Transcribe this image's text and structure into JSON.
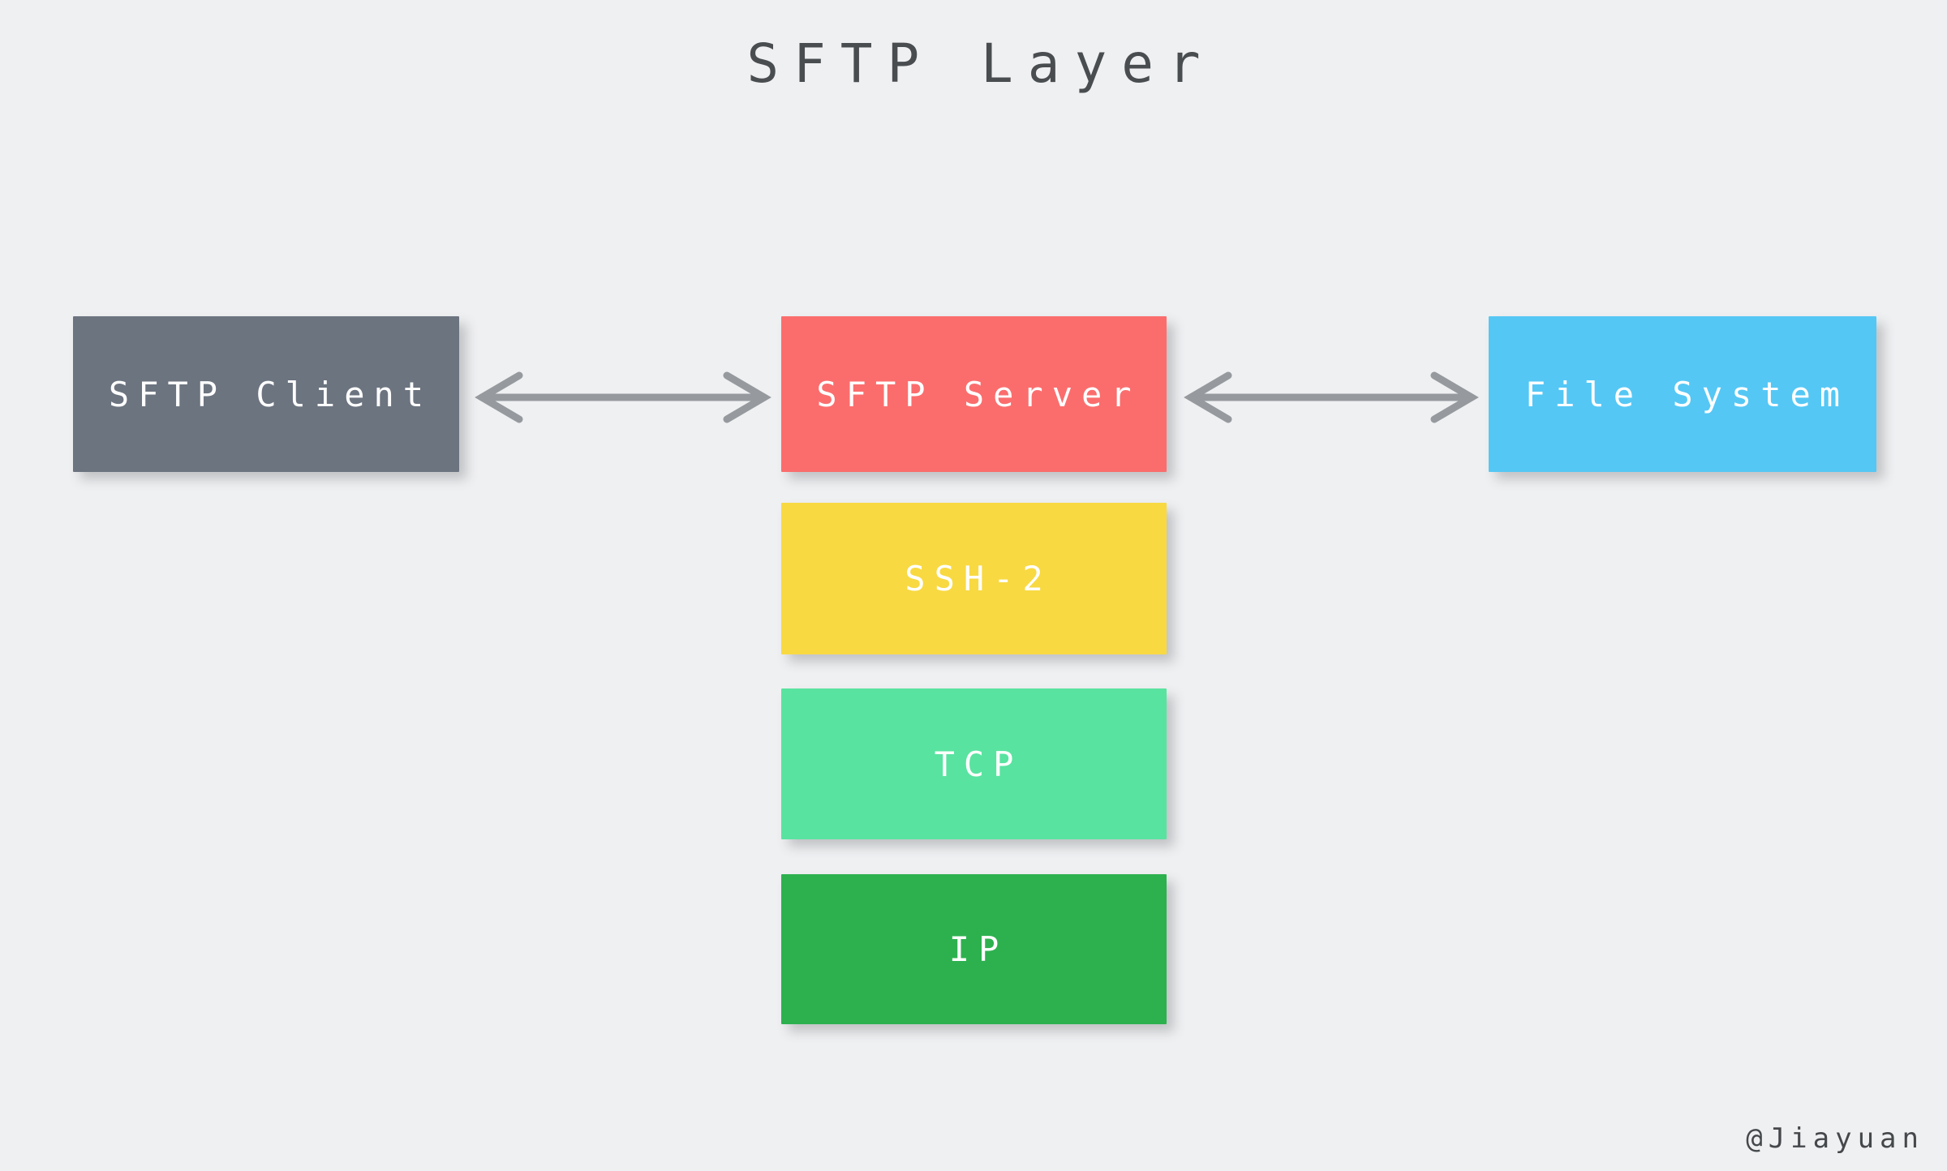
{
  "page": {
    "title": "SFTP Layer",
    "background_color": "#EFF0F2",
    "title_color": "#4A4D50"
  },
  "diagram": {
    "type": "block-diagram",
    "nodes": [
      {
        "id": "sftp-client",
        "label": "SFTP Client",
        "color": "#6C7480",
        "text_color": "#FFFFFF",
        "column": "left",
        "row": 1
      },
      {
        "id": "sftp-server",
        "label": "SFTP Server",
        "color": "#FB6D6D",
        "text_color": "#FFFFFF",
        "column": "center",
        "row": 1
      },
      {
        "id": "file-system",
        "label": "File System",
        "color": "#55C7F5",
        "text_color": "#FFFFFF",
        "column": "right",
        "row": 1
      },
      {
        "id": "ssh-2",
        "label": "SSH-2",
        "color": "#F8D942",
        "text_color": "#FFFFFF",
        "column": "center",
        "row": 2
      },
      {
        "id": "tcp",
        "label": "TCP",
        "color": "#59E3A0",
        "text_color": "#FFFFFF",
        "column": "center",
        "row": 3
      },
      {
        "id": "ip",
        "label": "IP",
        "color": "#2DB14F",
        "text_color": "#FFFFFF",
        "column": "center",
        "row": 4
      }
    ],
    "connections": [
      {
        "id": "client-server-link",
        "from": "sftp-client",
        "to": "sftp-server",
        "style": "double-arrow",
        "color": "#969A9E"
      },
      {
        "id": "server-filesystem-link",
        "from": "sftp-server",
        "to": "file-system",
        "style": "double-arrow",
        "color": "#969A9E"
      }
    ],
    "stack_order": [
      "sftp-server",
      "ssh-2",
      "tcp",
      "ip"
    ]
  },
  "watermark": {
    "text": "@Jiayuan",
    "color": "#45484B"
  }
}
